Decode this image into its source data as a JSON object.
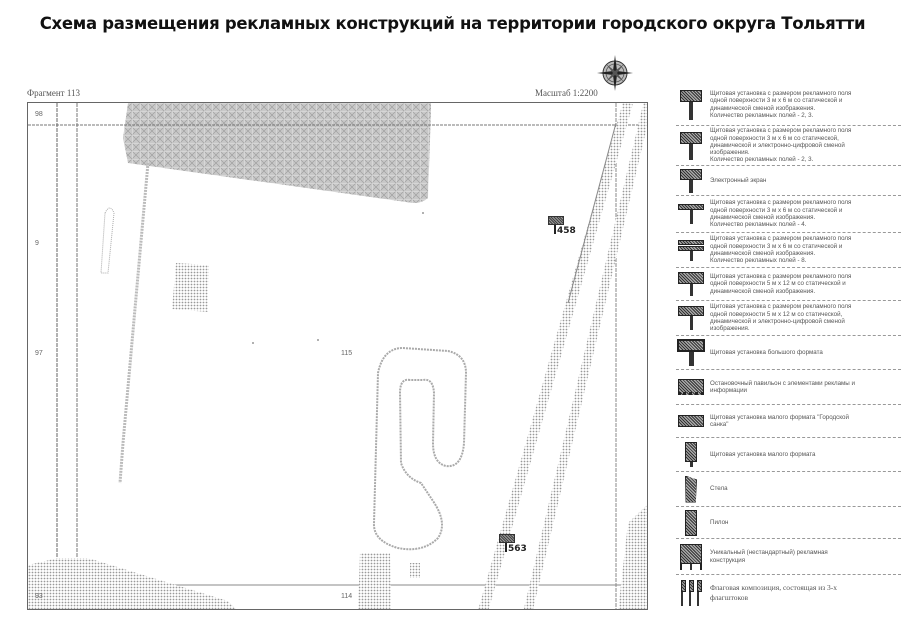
{
  "title": "Схема размещения рекламных конструкций на территории городского округа Тольятти",
  "map": {
    "fragment_label": "Фрагмент 113",
    "scale_label": "Масштаб 1:2200",
    "compass_icon": "compass-rose-icon",
    "grid_labels": {
      "top_left": "98",
      "middle_left": "97",
      "middle_center": "115",
      "bottom_left": "93",
      "bottom_center": "114",
      "upper_left_side": "9"
    },
    "markers": [
      {
        "id": "458",
        "type": "billboard-3x6"
      },
      {
        "id": "563",
        "type": "billboard-3x6"
      }
    ]
  },
  "legend": {
    "items": [
      {
        "icon": "billboard-3x6-static-dynamic-icon",
        "text": "Щитовая установка с размером рекламного поля\nодной поверхности 3 м х 6 м со статической и\nдинамической сменой изображения.\nКоличество рекламных полей - 2, 3."
      },
      {
        "icon": "billboard-3x6-digital-icon",
        "text": "Щитовая установка с размером рекламного поля\nодной поверхности 3 м х 6 м со статической,\nдинамической и электронно-цифровой сменой\nизображения.\nКоличество рекламных полей - 2, 3."
      },
      {
        "icon": "electronic-screen-icon",
        "text": "Электронный экран"
      },
      {
        "icon": "billboard-3x6-four-fields-icon",
        "text": "Щитовая установка с размером рекламного поля\nодной поверхности 3 м х 6 м со статической и\nдинамической сменой изображения.\nКоличество рекламных полей - 4."
      },
      {
        "icon": "billboard-3x6-eight-fields-icon",
        "text": "Щитовая установка с размером рекламного поля\nодной поверхности 3 м х 6 м со статической и\nдинамической сменой изображения.\nКоличество рекламных полей - 8."
      },
      {
        "icon": "billboard-5x12-static-dynamic-icon",
        "text": "Щитовая установка с размером рекламного поля\nодной поверхности 5 м х 12 м со статической и\nдинамической сменой изображения."
      },
      {
        "icon": "billboard-5x12-digital-icon",
        "text": "Щитовая установка с размером рекламного поля\nодной поверхности 5 м х 12 м со статической,\nдинамической и электронно-цифровой сменой\nизображения."
      },
      {
        "icon": "large-format-billboard-icon",
        "text": "Щитовая установка большого формата"
      },
      {
        "icon": "bus-stop-pavilion-icon",
        "text": "Остановочный павильон с элементами рекламы и\nинформации"
      },
      {
        "icon": "small-format-billboard-city-board-icon",
        "text": "Щитовая установка малого формата \"Городской\nсанка\""
      },
      {
        "icon": "small-format-billboard-icon",
        "text": "Щитовая установка малого формата"
      },
      {
        "icon": "stela-icon",
        "text": "Стела"
      },
      {
        "icon": "pylon-icon",
        "text": "Пилон"
      },
      {
        "icon": "unique-construction-icon",
        "text": "Уникальный (нестандартный) рекламная\nконструкция"
      },
      {
        "icon": "flag-composition-icon",
        "text": "Флаговая композиция, состоящая из 3-х\nфлагштоков"
      }
    ]
  }
}
